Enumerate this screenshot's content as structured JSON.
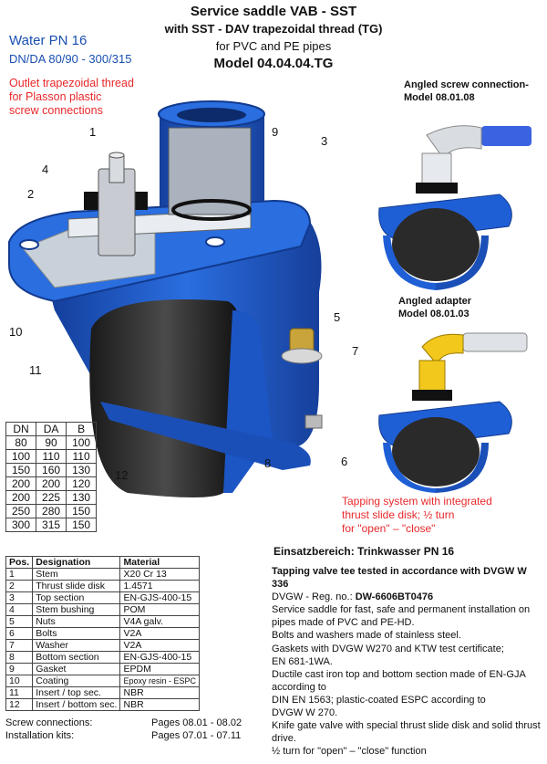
{
  "header": {
    "title_line1": "Service saddle VAB - SST",
    "title_line2": "with SST - DAV trapezoidal thread (TG)",
    "title_line3": "for PVC and PE pipes",
    "model": "Model 04.04.04.TG"
  },
  "pressure": {
    "label": "Water PN 16",
    "range": "DN/DA 80/90 - 300/315"
  },
  "outlet_note": [
    "Outlet trapezoidal thread",
    "for Plasson plastic",
    "screw connections"
  ],
  "variants": [
    {
      "caption_line1": "Angled screw connection-",
      "caption_line2": "Model 08.01.08"
    },
    {
      "caption_line1": "Angled adapter",
      "caption_line2": "Model 08.01.03"
    }
  ],
  "tapping_note": [
    "Tapping system with integrated",
    "thrust slide disk; ½ turn",
    "for \"open\" – \"close\""
  ],
  "callouts": [
    "1",
    "2",
    "3",
    "4",
    "5",
    "6",
    "7",
    "8",
    "9",
    "10",
    "11",
    "12"
  ],
  "dimensions": {
    "headers": [
      "DN",
      "DA",
      "B"
    ],
    "rows": [
      [
        "80",
        "90",
        "100"
      ],
      [
        "100",
        "110",
        "110"
      ],
      [
        "150",
        "160",
        "130"
      ],
      [
        "200",
        "200",
        "120"
      ],
      [
        "200",
        "225",
        "130"
      ],
      [
        "250",
        "280",
        "150"
      ],
      [
        "300",
        "315",
        "150"
      ]
    ]
  },
  "parts": {
    "headers": [
      "Pos.",
      "Designation",
      "Material"
    ],
    "rows": [
      [
        "1",
        "Stem",
        "X20 Cr 13"
      ],
      [
        "2",
        "Thrust slide disk",
        "1.4571"
      ],
      [
        "3",
        "Top section",
        "EN-GJS-400-15"
      ],
      [
        "4",
        "Stem bushing",
        "POM"
      ],
      [
        "5",
        "Nuts",
        "V4A galv."
      ],
      [
        "6",
        "Bolts",
        "V2A"
      ],
      [
        "7",
        "Washer",
        "V2A"
      ],
      [
        "8",
        "Bottom section",
        "EN-GJS-400-15"
      ],
      [
        "9",
        "Gasket",
        "EPDM"
      ],
      [
        "10",
        "Coating",
        "Epoxy resin - ESPC"
      ],
      [
        "11",
        "Insert / top sec.",
        "NBR"
      ],
      [
        "12",
        "Insert / bottom sec.",
        "NBR"
      ]
    ]
  },
  "references": [
    {
      "label": "Screw connections:",
      "pages": "Pages 08.01 - 08.02"
    },
    {
      "label": "Installation kits:",
      "pages": "Pages 07.01 - 07.11"
    }
  ],
  "application": "Einsatzbereich:  Trinkwasser PN 16",
  "description": {
    "test_line": "Tapping valve tee tested in accordance with DVGW W 336",
    "reg_label": "DVGW - Reg. no.: ",
    "reg_number": "DW-6606BT0476",
    "lines": [
      "Service saddle for fast, safe and permanent installation on",
      "pipes made of PVC and PE-HD.",
      "Bolts and washers made of stainless steel.",
      "Gaskets with DVGW W270 and KTW test certificate;",
      "EN 681-1WA.",
      "Ductile cast iron top and bottom section made of EN-GJA",
      "according to",
      "DIN EN 1563;  plastic-coated ESPC according to",
      "DVGW W 270.",
      "Knife gate valve with special thrust slide disk and solid thrust",
      "drive.",
      "½ turn for \"open\" – \"close\" function"
    ]
  },
  "colors": {
    "blue": "#1f5fd6",
    "dark_blue": "#163f9a",
    "red_text": "#e8282b",
    "title_blue": "#1a4fb0"
  }
}
